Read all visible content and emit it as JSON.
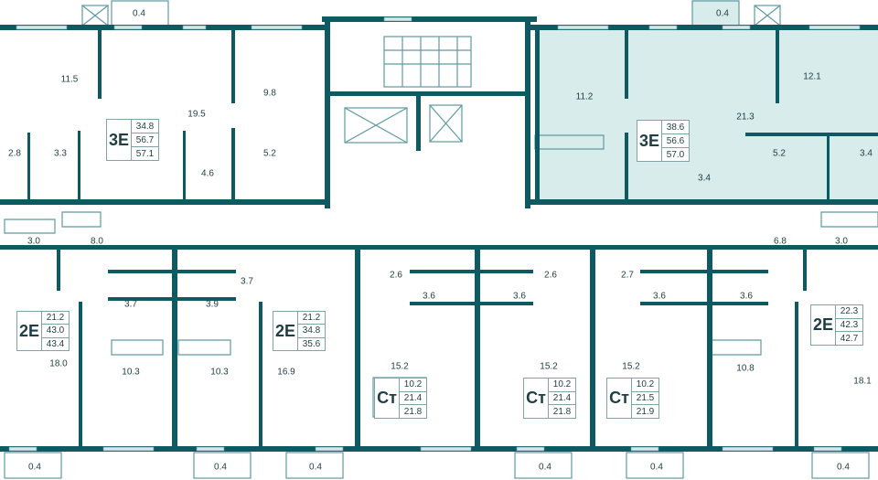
{
  "colors": {
    "wall": "#0d5a63",
    "highlight": "#d8ecec",
    "line": "#5f9aa0"
  },
  "units": {
    "top_left_3e": {
      "type": "3Е",
      "living": "34.8",
      "total": "56.7",
      "total_balcony": "57.1"
    },
    "top_right_3e": {
      "type": "3Е",
      "living": "38.6",
      "total": "56.6",
      "total_balcony": "57.0"
    },
    "bottom_left_2e": {
      "type": "2Е",
      "living": "21.2",
      "total": "43.0",
      "total_balcony": "43.4"
    },
    "bottom_mid_2e": {
      "type": "2Е",
      "living": "21.2",
      "total": "34.8",
      "total_balcony": "35.6"
    },
    "studio_1": {
      "type": "Ст",
      "living": "10.2",
      "total": "21.4",
      "total_balcony": "21.8"
    },
    "studio_2": {
      "type": "Ст",
      "living": "10.2",
      "total": "21.4",
      "total_balcony": "21.8"
    },
    "studio_3": {
      "type": "Ст",
      "living": "10.2",
      "total": "21.5",
      "total_balcony": "21.9"
    },
    "bottom_right_2e": {
      "type": "2Е",
      "living": "22.3",
      "total": "42.3",
      "total_balcony": "42.7"
    }
  },
  "rooms": {
    "r1": "0.4",
    "r2": "11.5",
    "r3": "19.5",
    "r4": "9.8",
    "r5": "2.8",
    "r6": "3.3",
    "r7": "4.6",
    "r8": "5.2",
    "r9": "0.4",
    "r10": "11.2",
    "r11": "21.3",
    "r12": "12.1",
    "r13": "5.2",
    "r14": "3.4",
    "r15": "3.4",
    "r16": "3.0",
    "r17": "8.0",
    "r18": "6.8",
    "r19": "3.0",
    "r20": "18.0",
    "r21": "3.7",
    "r22": "3.9",
    "r23": "3.7",
    "r24": "10.3",
    "r25": "10.3",
    "r26": "16.9",
    "r27": "2.6",
    "r28": "3.6",
    "r29": "15.2",
    "r30": "3.6",
    "r31": "2.6",
    "r32": "15.2",
    "r33": "2.7",
    "r34": "15.2",
    "r35": "3.6",
    "r36": "3.6",
    "r37": "10.8",
    "r38": "18.1",
    "r39": "0.4",
    "r40": "0.4",
    "r41": "0.4",
    "r42": "0.4",
    "r43": "0.4",
    "r44": "0.4"
  }
}
